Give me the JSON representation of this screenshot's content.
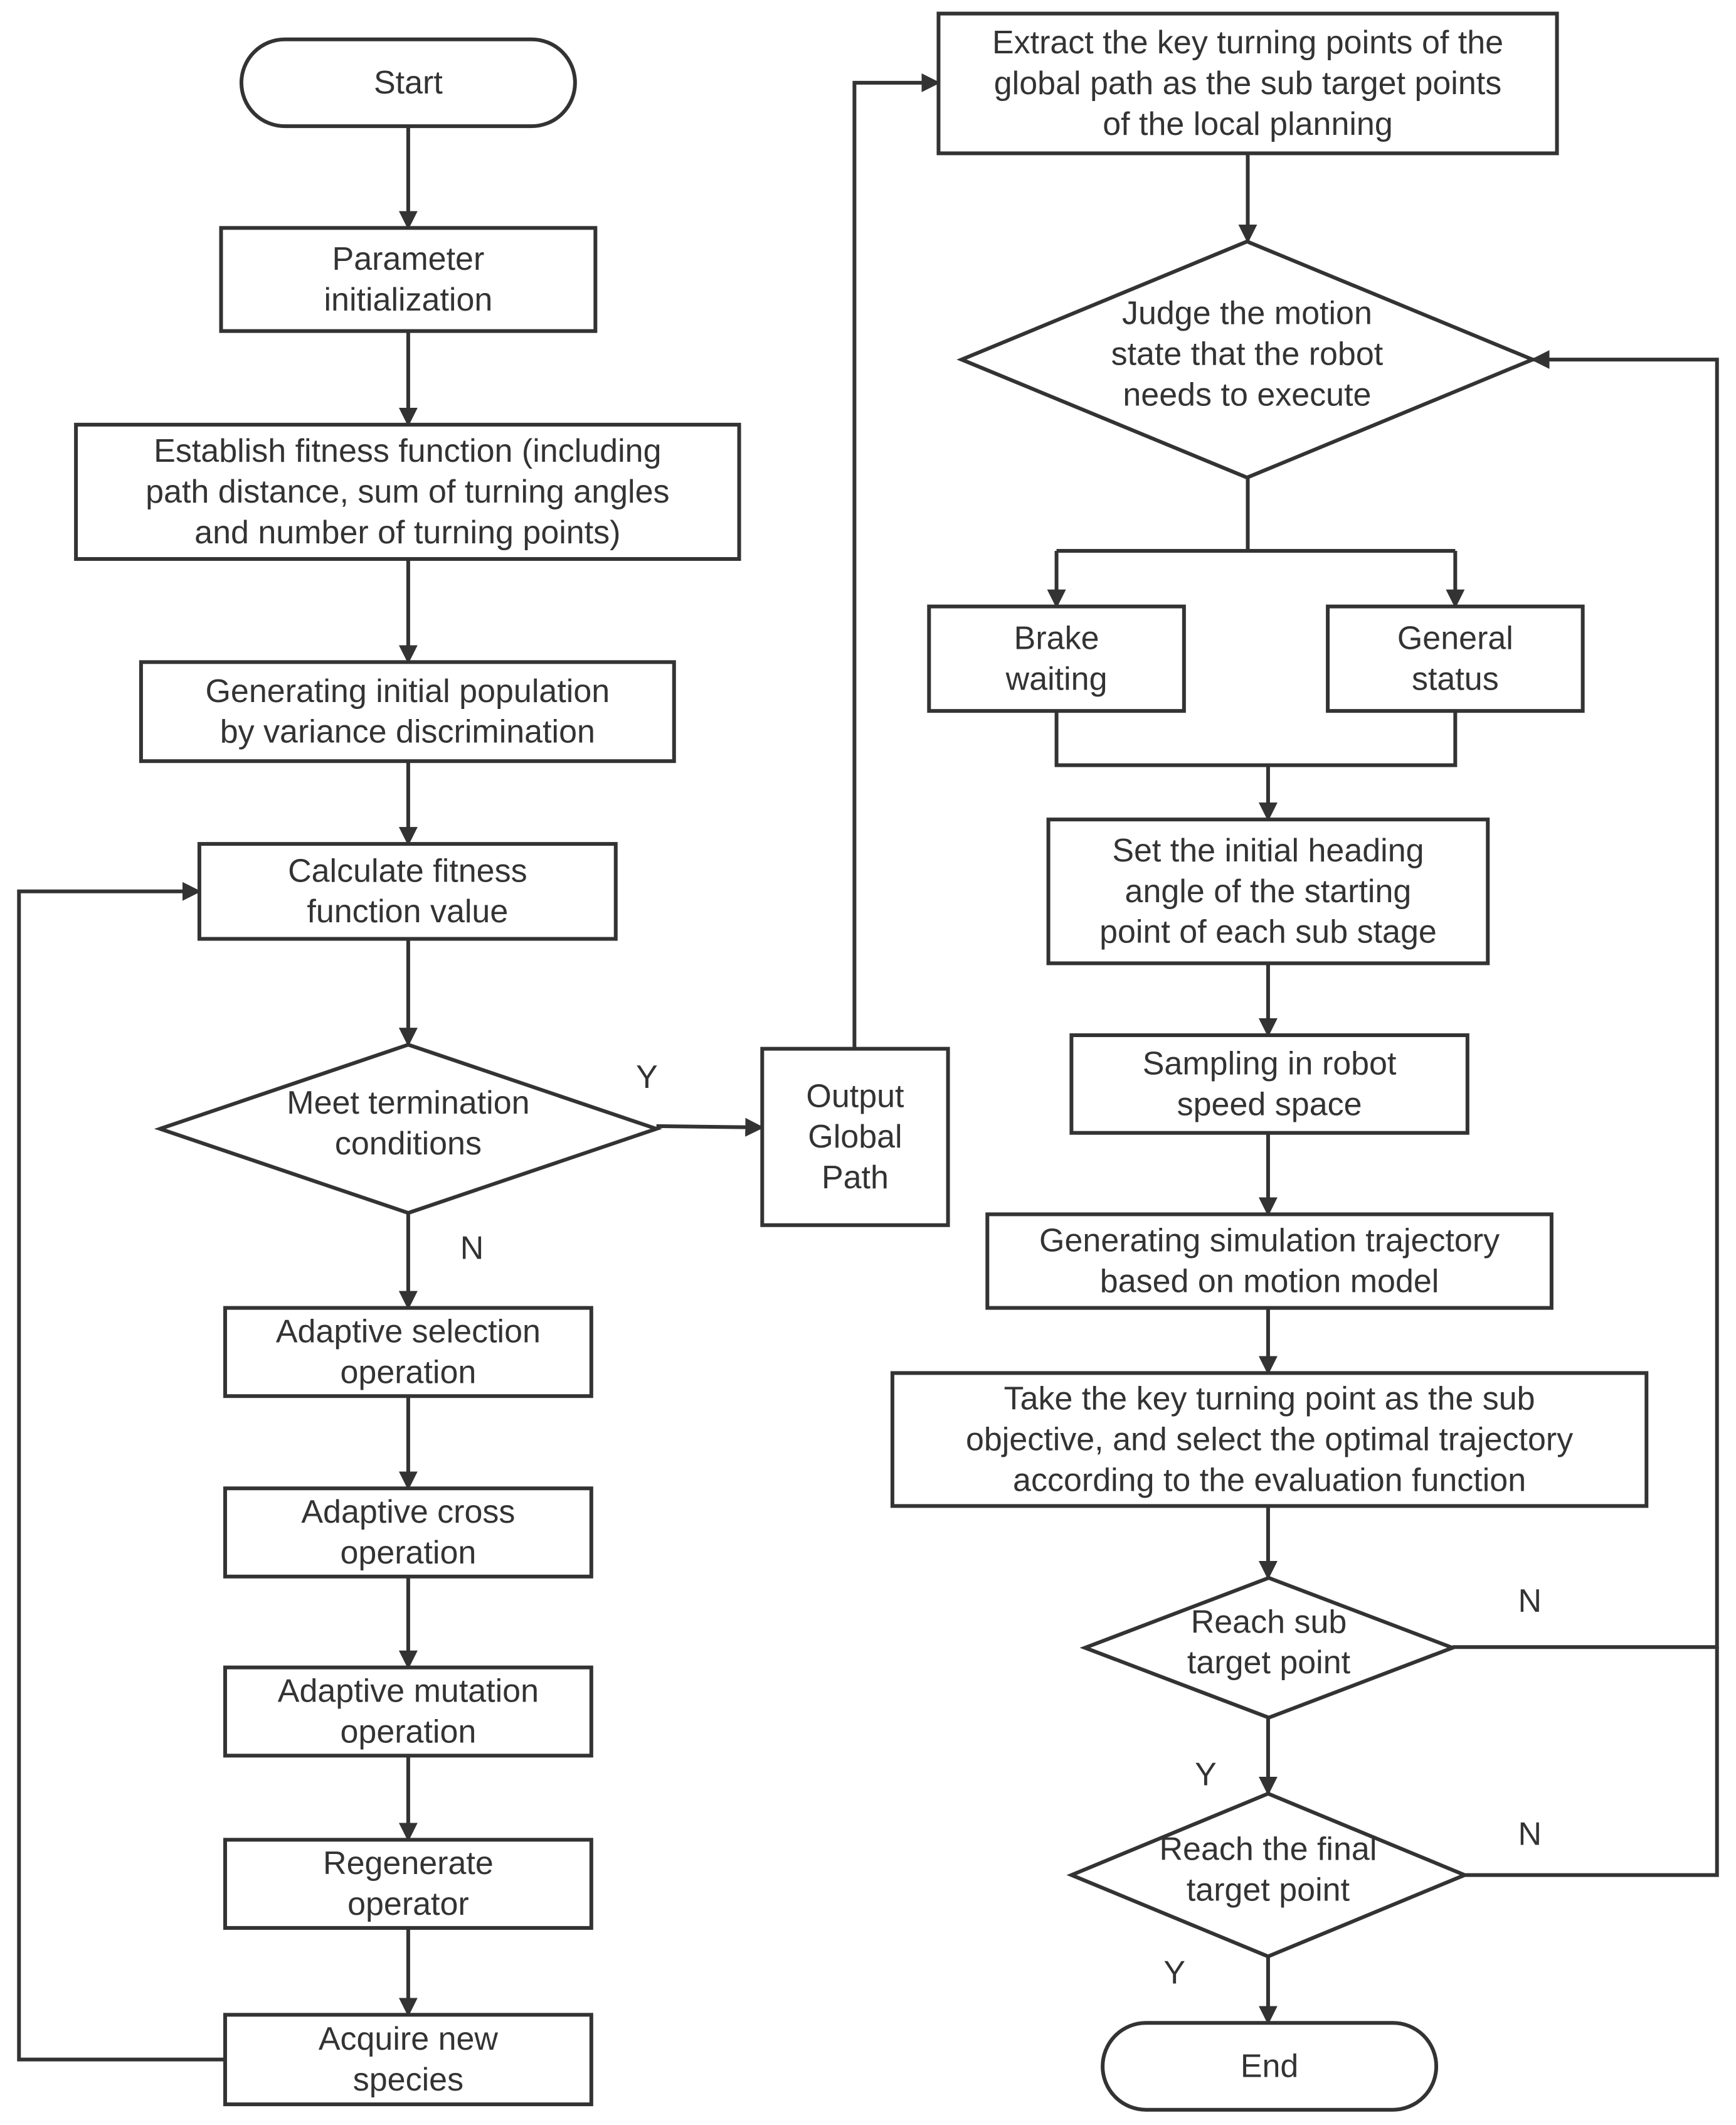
{
  "colors": {
    "stroke": "#333333",
    "fill": "#ffffff",
    "text": "#333333"
  },
  "nodes": {
    "start": [
      "Start"
    ],
    "param_init": [
      "Parameter",
      "initialization"
    ],
    "fitness_fn": [
      "Establish fitness function (including",
      "path distance, sum of turning angles",
      "and number of turning points)"
    ],
    "init_pop": [
      "Generating initial population",
      "by variance discrimination"
    ],
    "calc_fitness": [
      "Calculate fitness",
      "function value"
    ],
    "termination": [
      "Meet termination",
      "conditions"
    ],
    "output_path": [
      "Output",
      "Global",
      "Path"
    ],
    "selection": [
      "Adaptive selection",
      "operation"
    ],
    "cross": [
      "Adaptive cross",
      "operation"
    ],
    "mutation": [
      "Adaptive mutation",
      "operation"
    ],
    "regenerate": [
      "Regenerate",
      "operator"
    ],
    "new_species": [
      "Acquire new",
      "species"
    ],
    "extract": [
      "Extract the key turning points of the",
      "global path as the sub target points",
      "of the local planning"
    ],
    "judge": [
      "Judge the motion",
      "state that the robot",
      "needs to execute"
    ],
    "brake": [
      "Brake",
      "waiting"
    ],
    "general": [
      "General",
      "status"
    ],
    "heading": [
      "Set the initial heading",
      "angle of the starting",
      "point of each sub stage"
    ],
    "sampling": [
      "Sampling in robot",
      "speed space"
    ],
    "simulation": [
      "Generating simulation trajectory",
      "based on motion model"
    ],
    "optimal": [
      "Take the key turning point as the sub",
      "objective, and select the optimal trajectory",
      "according to the evaluation function"
    ],
    "reach_sub": [
      "Reach sub",
      "target point"
    ],
    "reach_final": [
      "Reach the final",
      "target point"
    ],
    "end": [
      "End"
    ]
  },
  "edge_labels": {
    "termination_yes": "Y",
    "termination_no": "N",
    "reach_sub_no": "N",
    "reach_sub_yes": "Y",
    "reach_final_no": "N",
    "reach_final_yes": "Y"
  }
}
